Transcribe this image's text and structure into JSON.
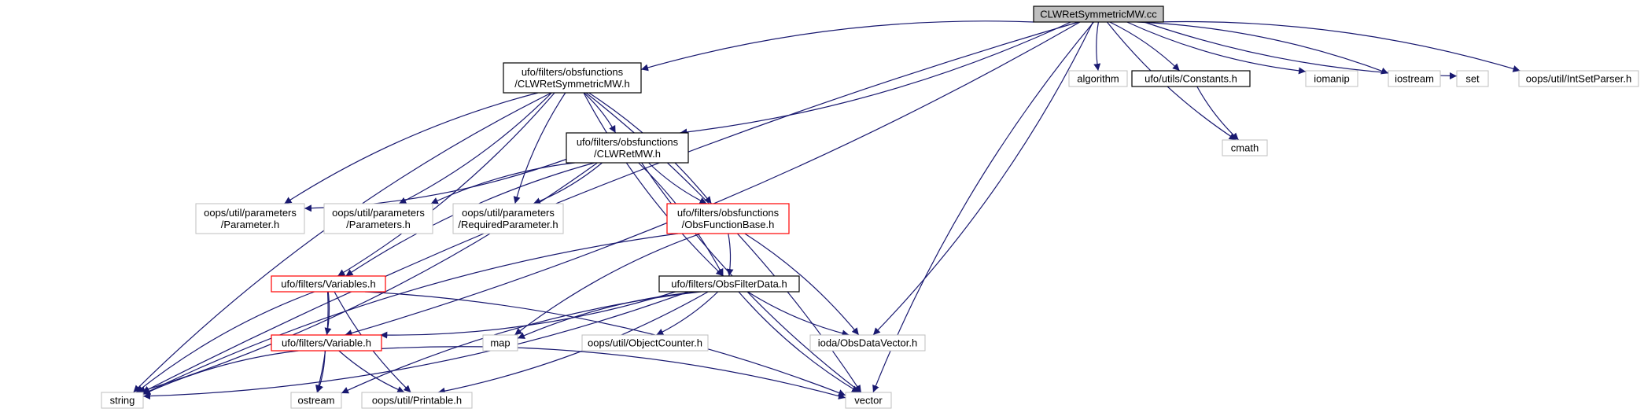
{
  "colors": {
    "edge": "#191970",
    "border_documented": "#000000",
    "border_red": "#ff0000",
    "border_external": "#bfbfbf",
    "fill_root": "#bfbfbf",
    "fill_default": "#ffffff"
  },
  "nodes": [
    {
      "id": "root",
      "lines": [
        "CLWRetSymmetricMW.cc"
      ],
      "style": "root"
    },
    {
      "id": "clwsym",
      "lines": [
        "ufo/filters/obsfunctions",
        "/CLWRetSymmetricMW.h"
      ],
      "style": "documented"
    },
    {
      "id": "clwret",
      "lines": [
        "ufo/filters/obsfunctions",
        "/CLWRetMW.h"
      ],
      "style": "documented"
    },
    {
      "id": "obsfuncbase",
      "lines": [
        "ufo/filters/obsfunctions",
        "/ObsFunctionBase.h"
      ],
      "style": "red"
    },
    {
      "id": "obsfilterdata",
      "lines": [
        "ufo/filters/ObsFilterData.h"
      ],
      "style": "documented"
    },
    {
      "id": "variables",
      "lines": [
        "ufo/filters/Variables.h"
      ],
      "style": "red"
    },
    {
      "id": "variable",
      "lines": [
        "ufo/filters/Variable.h"
      ],
      "style": "red"
    },
    {
      "id": "constants",
      "lines": [
        "ufo/utils/Constants.h"
      ],
      "style": "documented"
    },
    {
      "id": "algorithm",
      "lines": [
        "algorithm"
      ],
      "style": "external"
    },
    {
      "id": "iomanip",
      "lines": [
        "iomanip"
      ],
      "style": "external"
    },
    {
      "id": "iostream",
      "lines": [
        "iostream"
      ],
      "style": "external"
    },
    {
      "id": "set",
      "lines": [
        "set"
      ],
      "style": "external"
    },
    {
      "id": "intsetparser",
      "lines": [
        "oops/util/IntSetParser.h"
      ],
      "style": "external"
    },
    {
      "id": "cmath",
      "lines": [
        "cmath"
      ],
      "style": "external"
    },
    {
      "id": "parameter",
      "lines": [
        "oops/util/parameters",
        "/Parameter.h"
      ],
      "style": "external"
    },
    {
      "id": "parameters",
      "lines": [
        "oops/util/parameters",
        "/Parameters.h"
      ],
      "style": "external"
    },
    {
      "id": "reqparam",
      "lines": [
        "oops/util/parameters",
        "/RequiredParameter.h"
      ],
      "style": "external"
    },
    {
      "id": "map",
      "lines": [
        "map"
      ],
      "style": "external"
    },
    {
      "id": "objcounter",
      "lines": [
        "oops/util/ObjectCounter.h"
      ],
      "style": "external"
    },
    {
      "id": "obsdatavector",
      "lines": [
        "ioda/ObsDataVector.h"
      ],
      "style": "external"
    },
    {
      "id": "string",
      "lines": [
        "string"
      ],
      "style": "external"
    },
    {
      "id": "ostream",
      "lines": [
        "ostream"
      ],
      "style": "external"
    },
    {
      "id": "printable",
      "lines": [
        "oops/util/Printable.h"
      ],
      "style": "external"
    },
    {
      "id": "vector",
      "lines": [
        "vector"
      ],
      "style": "external"
    }
  ],
  "edges": [
    [
      "root",
      "clwsym"
    ],
    [
      "root",
      "clwret"
    ],
    [
      "root",
      "algorithm"
    ],
    [
      "root",
      "constants"
    ],
    [
      "root",
      "iomanip"
    ],
    [
      "root",
      "iostream"
    ],
    [
      "root",
      "set"
    ],
    [
      "root",
      "intsetparser"
    ],
    [
      "root",
      "cmath"
    ],
    [
      "root",
      "obsdatavector"
    ],
    [
      "root",
      "string"
    ],
    [
      "root",
      "variable"
    ],
    [
      "root",
      "vector"
    ],
    [
      "clwsym",
      "clwret"
    ],
    [
      "clwsym",
      "parameter"
    ],
    [
      "clwsym",
      "parameters"
    ],
    [
      "clwsym",
      "reqparam"
    ],
    [
      "clwsym",
      "obsfuncbase"
    ],
    [
      "clwsym",
      "obsfilterdata"
    ],
    [
      "clwsym",
      "variables"
    ],
    [
      "clwsym",
      "string"
    ],
    [
      "clwsym",
      "vector"
    ],
    [
      "constants",
      "cmath"
    ],
    [
      "clwret",
      "parameter"
    ],
    [
      "clwret",
      "parameters"
    ],
    [
      "clwret",
      "reqparam"
    ],
    [
      "clwret",
      "obsfuncbase"
    ],
    [
      "clwret",
      "obsfilterdata"
    ],
    [
      "clwret",
      "variables"
    ],
    [
      "clwret",
      "string"
    ],
    [
      "clwret",
      "vector"
    ],
    [
      "obsfuncbase",
      "obsfilterdata"
    ],
    [
      "obsfuncbase",
      "map"
    ],
    [
      "obsfuncbase",
      "obsdatavector"
    ],
    [
      "obsfuncbase",
      "string"
    ],
    [
      "obsfilterdata",
      "variable"
    ],
    [
      "obsfilterdata",
      "map"
    ],
    [
      "obsfilterdata",
      "objcounter"
    ],
    [
      "obsfilterdata",
      "obsdatavector"
    ],
    [
      "obsfilterdata",
      "string"
    ],
    [
      "obsfilterdata",
      "ostream"
    ],
    [
      "obsfilterdata",
      "printable"
    ],
    [
      "obsfilterdata",
      "vector"
    ],
    [
      "variables",
      "variable"
    ],
    [
      "variables",
      "string"
    ],
    [
      "variables",
      "ostream"
    ],
    [
      "variables",
      "printable"
    ],
    [
      "variables",
      "vector"
    ],
    [
      "variable",
      "string"
    ],
    [
      "variable",
      "ostream"
    ],
    [
      "variable",
      "printable"
    ],
    [
      "variable",
      "vector"
    ]
  ]
}
